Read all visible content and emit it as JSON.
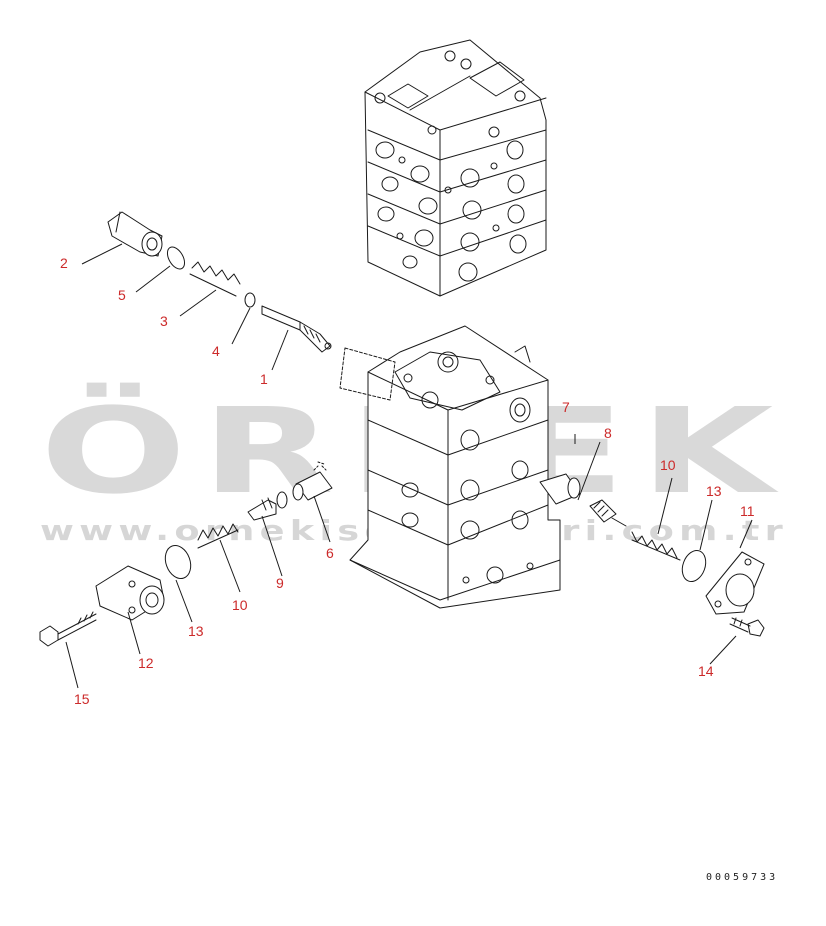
{
  "diagram": {
    "callouts": [
      {
        "id": "c1",
        "label": "1"
      },
      {
        "id": "c2",
        "label": "2"
      },
      {
        "id": "c3",
        "label": "3"
      },
      {
        "id": "c4",
        "label": "4"
      },
      {
        "id": "c5",
        "label": "5"
      },
      {
        "id": "c6",
        "label": "6"
      },
      {
        "id": "c7",
        "label": "7"
      },
      {
        "id": "c8",
        "label": "8"
      },
      {
        "id": "c9",
        "label": "9"
      },
      {
        "id": "c10a",
        "label": "10"
      },
      {
        "id": "c10b",
        "label": "10"
      },
      {
        "id": "c11",
        "label": "11"
      },
      {
        "id": "c12",
        "label": "12"
      },
      {
        "id": "c13a",
        "label": "13"
      },
      {
        "id": "c13b",
        "label": "13"
      },
      {
        "id": "c14",
        "label": "14"
      },
      {
        "id": "c15",
        "label": "15"
      }
    ],
    "reference_code": "00059733"
  },
  "watermark": {
    "brand": "ÖRNEK",
    "url": "www.ornekisdeyaylari.com.tr"
  },
  "colors": {
    "callout_text": "#cc2a2a",
    "line_art": "#1a1a1a",
    "watermark": "#d9d9d9",
    "watermark_accent": "#f2dc8c"
  }
}
